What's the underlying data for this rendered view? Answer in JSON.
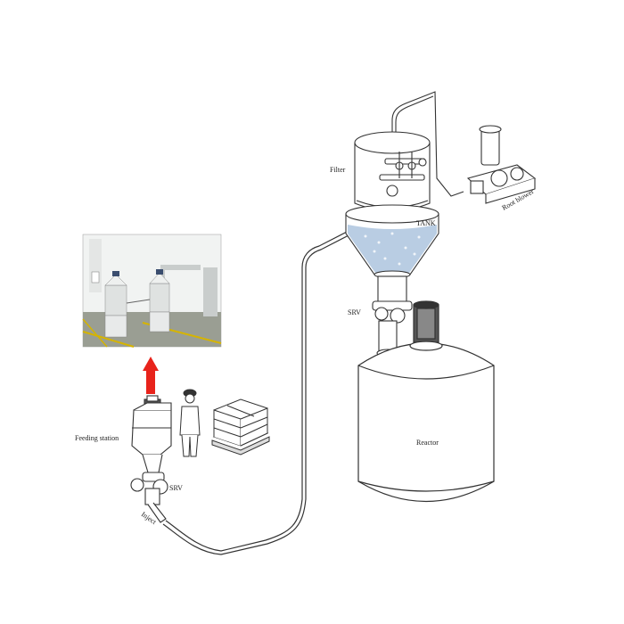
{
  "labels": {
    "filter": "Filter",
    "tank": "TANK",
    "srv_top": "SRV",
    "reactor": "Reactor",
    "root_blower": "Root blower",
    "feeding_station": "Feeding station",
    "srv_bottom": "SRV",
    "inject": "Inject"
  },
  "colors": {
    "line": "#333333",
    "arrow": "#e8231b",
    "powder": "#b9cde3",
    "photo_floor": "#9a9e93",
    "photo_stripe": "#d6b400",
    "photo_wall": "#f1f3f2"
  },
  "icons": {
    "feeding_arrow": "up-arrow-icon",
    "worker": "worker-icon",
    "bags": "bag-pallet-icon"
  }
}
